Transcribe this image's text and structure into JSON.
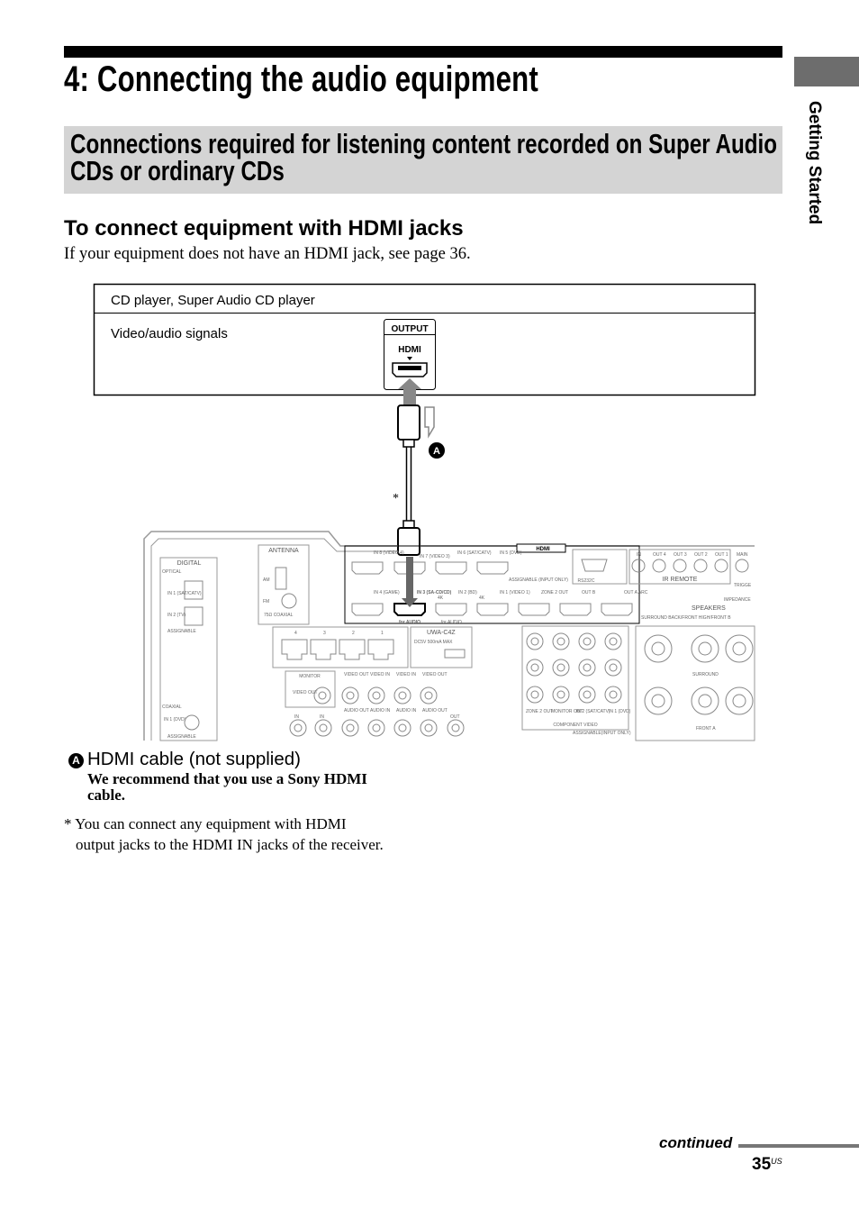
{
  "page": {
    "title": "4: Connecting the audio equipment",
    "section_title": "Connections required for listening content recorded on Super Audio CDs or ordinary CDs",
    "subheading": "To connect equipment with HDMI jacks",
    "intro": "If your equipment does not have an HDMI jack, see page 36.",
    "side_tab": "Getting Started",
    "continued": "continued",
    "page_number": "35",
    "page_suffix": "US"
  },
  "diagram": {
    "device_label": "CD player, Super Audio CD player",
    "signal_label": "Video/audio signals",
    "output_label": "OUTPUT",
    "hdmi_label": "HDMI",
    "cable_marker": "A",
    "asterisk": "*",
    "receiver": {
      "digital": "DIGITAL",
      "optical": "OPTICAL",
      "opt_in1": "IN 1 (SAT/CATV)",
      "opt_in2": "IN 2 (TV)",
      "assignable": "ASSIGNABLE",
      "coaxial": "COAXIAL",
      "coax_in1": "IN 1 (DVD)",
      "antenna": "ANTENNA",
      "am": "AM",
      "fm": "FM",
      "fm_coax": "75Ω COAXIAL",
      "hdmi": "HDMI",
      "in8": "IN 8 (VIDEO 4)",
      "in7": "IN 7 (VIDEO 3)",
      "in6": "IN 6 (SAT/CATV)",
      "in5": "IN 5 (DVD)",
      "in4": "IN 4 (GAME)",
      "in3": "IN 3 (SA-CD/CD)",
      "in2": "IN 2 (BD)",
      "in1": "IN 1 (VIDEO 1)",
      "zone2_out": "ZONE 2 OUT",
      "out_b": "OUT B",
      "out_a": "OUT A ARC",
      "for_audio": "for AUDIO",
      "k4": "4K",
      "assignable_input_only": "ASSIGNABLE (INPUT ONLY)",
      "rs232c": "RS232C",
      "ir_remote": "IR REMOTE",
      "ir_in": "IN",
      "ir_out4": "OUT 4",
      "ir_out3": "OUT 3",
      "ir_out2": "OUT 2",
      "ir_out1": "OUT 1",
      "trigger": "TRIGGE",
      "main": "MAIN",
      "impedance": "IMPEDANCE",
      "speakers": "SPEAKERS",
      "surround_back": "SURROUND BACK/FRONT HIGH/FRONT B",
      "surround": "SURROUND",
      "front_a": "FRONT A",
      "uwa": "UWA-C4Z",
      "uwa_spec": "DC5V 500mA MAX",
      "monitor": "MONITOR",
      "video_out": "VIDEO OUT",
      "video_in": "VIDEO IN",
      "audio_out": "AUDIO OUT",
      "audio_in": "AUDIO IN",
      "in": "IN",
      "out": "OUT",
      "component_video": "COMPONENT VIDEO",
      "comp_assignable": "ASSIGNABLE(INPUT ONLY)",
      "comp_zone2": "ZONE 2 OUT",
      "comp_monitor": "MONITOR OUT",
      "comp_in2": "IN 2 (SAT/CATV)",
      "comp_in1": "IN 1 (DVD)",
      "lan_ports": [
        "4",
        "3",
        "2",
        "1"
      ]
    }
  },
  "legend": {
    "marker": "A",
    "label": "HDMI cable (not supplied)",
    "note": "We recommend that you use a Sony HDMI cable.",
    "footnote_line1": "* You can connect any equipment with HDMI",
    "footnote_line2": "output jacks to the HDMI IN jacks of the receiver."
  }
}
